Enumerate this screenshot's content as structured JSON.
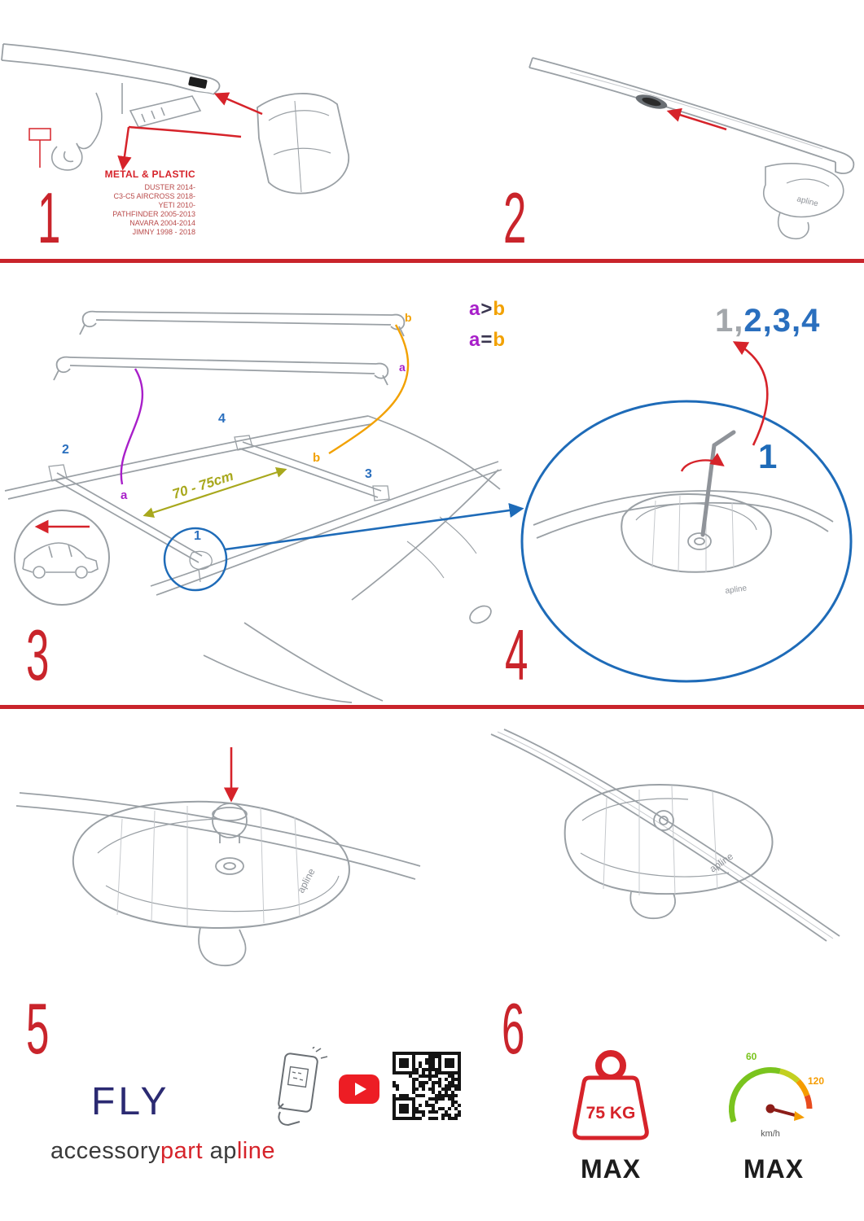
{
  "steps": {
    "s1": "1",
    "s2": "2",
    "s3": "3",
    "s4": "4",
    "s5": "5",
    "s6": "6"
  },
  "panel1": {
    "heading": "METAL & PLASTIC",
    "models": [
      "DUSTER 2014-",
      "C3-C5 AIRCROSS 2018-",
      "YETI 2010-",
      "PATHFINDER 2005-2013",
      "NAVARA 2004-2014",
      "JIMNY 1998 - 2018"
    ]
  },
  "panel3": {
    "bar_label_top": "b",
    "bar_label_bottom": "a",
    "legend1_a": "a",
    "legend1_op": ">",
    "legend1_b": "b",
    "legend2_a": "a",
    "legend2_op": "=",
    "legend2_b": "b",
    "distance": "70 - 75cm",
    "pos1": "1",
    "pos2": "2",
    "pos3": "3",
    "pos4": "4",
    "roof_a": "a",
    "roof_b": "b"
  },
  "panel4": {
    "seq_gray": "1,",
    "seq_blue": "2,3,4",
    "callout": "1"
  },
  "brand": {
    "clamp_logo": "apline",
    "fly": "FLY",
    "accessory": "accessory",
    "part": "part",
    "ap": "ap",
    "line": "line"
  },
  "limits": {
    "weight_value": "75 KG",
    "weight_max": "MAX",
    "speed_min": "60",
    "speed_top": "120",
    "speed_unit": "km/h",
    "speed_max": "MAX"
  }
}
